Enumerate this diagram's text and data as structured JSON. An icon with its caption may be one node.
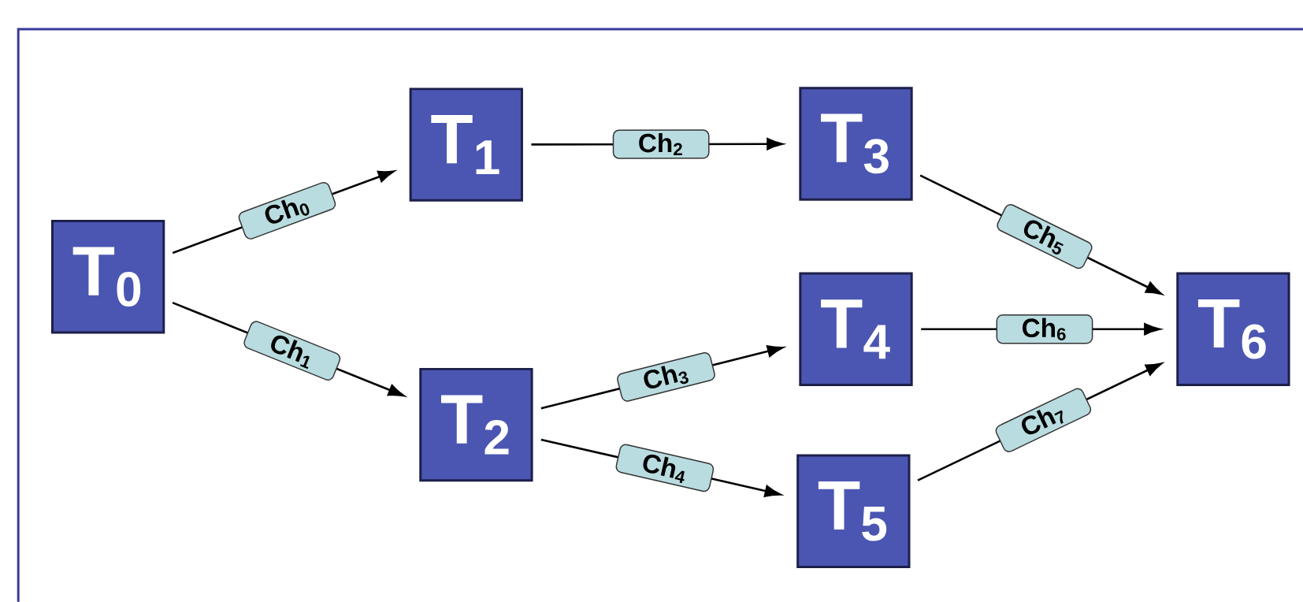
{
  "diagram": {
    "nodes": [
      {
        "text": [
          "T$_{0}$"
        ]
      },
      {
        "text": [
          "T$_{1}$"
        ]
      },
      {
        "text": [
          "T$_{2}$"
        ]
      },
      {
        "text": [
          "T$_{3}$"
        ]
      },
      {
        "text": [
          "T$_{4}$"
        ]
      },
      {
        "text": [
          "T$_{5}$"
        ]
      },
      {
        "text": [
          "T$_{6}$"
        ]
      }
    ],
    "edges": [
      {
        "from": 0,
        "to": 1,
        "arrow": "to",
        "label": "Ch$_{0}$"
      },
      {
        "from": 0,
        "to": 2,
        "arrow": "to",
        "label": "Ch$_{1}$"
      },
      {
        "from": 1,
        "to": 3,
        "arrow": "to",
        "label": "Ch$_{2}$"
      },
      {
        "from": 2,
        "to": 4,
        "arrow": "to",
        "label": "Ch$_{3}$"
      },
      {
        "from": 2,
        "to": 5,
        "arrow": "to",
        "label": "Ch$_{4}$"
      },
      {
        "from": 3,
        "to": 6,
        "arrow": "to",
        "label": "Ch$_{5}$"
      },
      {
        "from": 4,
        "to": 6,
        "arrow": "to",
        "label": "Ch$_{6}$"
      },
      {
        "from": 5,
        "to": 6,
        "arrow": "to",
        "label": "Ch$_{7}$"
      }
    ]
  }
}
